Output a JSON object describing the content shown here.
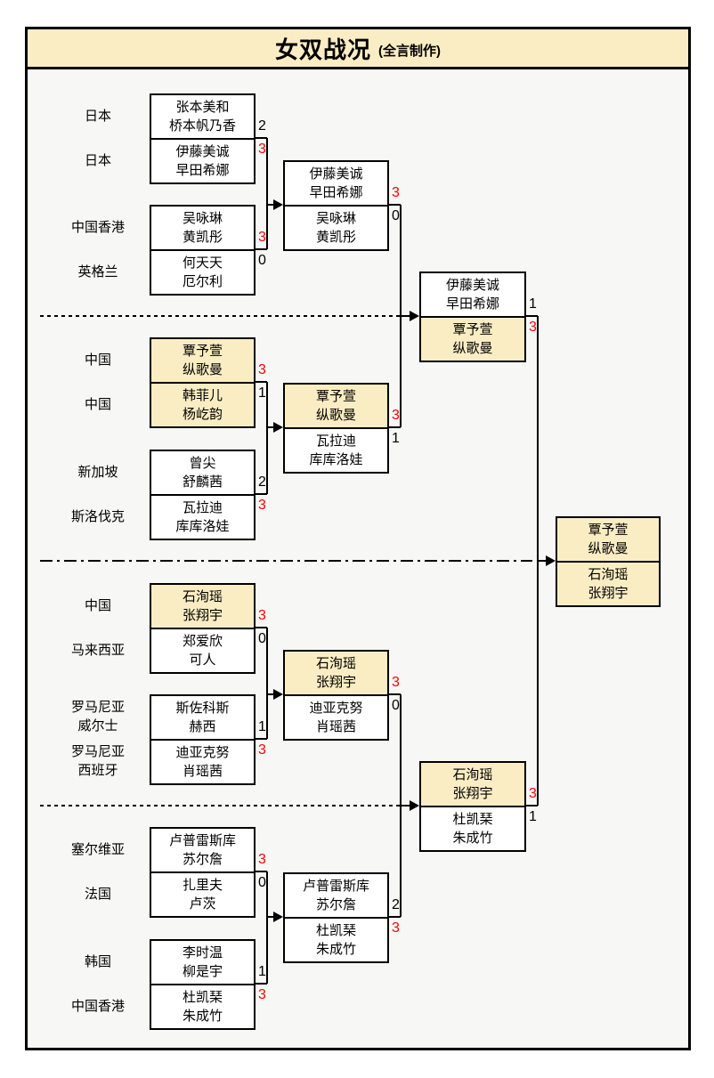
{
  "title": {
    "main": "女双战况",
    "sub": "(全言制作)"
  },
  "colors": {
    "highlight": "#FBEDC3",
    "win_score": "#FF0000",
    "panel_bg": "#F7F7F6"
  },
  "bracket": {
    "round1_sections": [
      {
        "matches": [
          {
            "teams": [
              {
                "country": [
                  "日本"
                ],
                "players": [
                  "张本美和",
                  "桥本帆乃香"
                ],
                "score": "2",
                "winner": false,
                "highlight": false
              },
              {
                "country": [
                  "日本"
                ],
                "players": [
                  "伊藤美诚",
                  "早田希娜"
                ],
                "score": "3",
                "winner": true,
                "highlight": false
              }
            ]
          },
          {
            "teams": [
              {
                "country": [
                  "中国香港"
                ],
                "players": [
                  "吴咏琳",
                  "黄凯彤"
                ],
                "score": "3",
                "winner": true,
                "highlight": false
              },
              {
                "country": [
                  "英格兰"
                ],
                "players": [
                  "何天天",
                  "厄尔利"
                ],
                "score": "0",
                "winner": false,
                "highlight": false
              }
            ]
          }
        ]
      },
      {
        "matches": [
          {
            "teams": [
              {
                "country": [
                  "中国"
                ],
                "players": [
                  "覃予萱",
                  "纵歌曼"
                ],
                "score": "3",
                "winner": true,
                "highlight": true
              },
              {
                "country": [
                  "中国"
                ],
                "players": [
                  "韩菲儿",
                  "杨屹韵"
                ],
                "score": "1",
                "winner": false,
                "highlight": true
              }
            ]
          },
          {
            "teams": [
              {
                "country": [
                  "新加坡"
                ],
                "players": [
                  "曾尖",
                  "舒麟茜"
                ],
                "score": "2",
                "winner": false,
                "highlight": false
              },
              {
                "country": [
                  "斯洛伐克"
                ],
                "players": [
                  "瓦拉迪",
                  "库库洛娃"
                ],
                "score": "3",
                "winner": true,
                "highlight": false
              }
            ]
          }
        ]
      },
      {
        "matches": [
          {
            "teams": [
              {
                "country": [
                  "中国"
                ],
                "players": [
                  "石洵瑶",
                  "张翔宇"
                ],
                "score": "3",
                "winner": true,
                "highlight": true
              },
              {
                "country": [
                  "马来西亚"
                ],
                "players": [
                  "郑爱欣",
                  "可人"
                ],
                "score": "0",
                "winner": false,
                "highlight": false
              }
            ]
          },
          {
            "teams": [
              {
                "country": [
                  "罗马尼亚",
                  "威尔士"
                ],
                "players": [
                  "斯佐科斯",
                  "赫西"
                ],
                "score": "1",
                "winner": false,
                "highlight": false
              },
              {
                "country": [
                  "罗马尼亚",
                  "西班牙"
                ],
                "players": [
                  "迪亚克努",
                  "肖瑶茜"
                ],
                "score": "3",
                "winner": true,
                "highlight": false
              }
            ]
          }
        ]
      },
      {
        "matches": [
          {
            "teams": [
              {
                "country": [
                  "塞尔维亚"
                ],
                "players": [
                  "卢普雷斯库",
                  "苏尔詹"
                ],
                "score": "3",
                "winner": true,
                "highlight": false
              },
              {
                "country": [
                  "法国"
                ],
                "players": [
                  "扎里夫",
                  "卢茨"
                ],
                "score": "0",
                "winner": false,
                "highlight": false
              }
            ]
          },
          {
            "teams": [
              {
                "country": [
                  "韩国"
                ],
                "players": [
                  "李时温",
                  "柳是宇"
                ],
                "score": "1",
                "winner": false,
                "highlight": false
              },
              {
                "country": [
                  "中国香港"
                ],
                "players": [
                  "杜凯琹",
                  "朱成竹"
                ],
                "score": "3",
                "winner": true,
                "highlight": false
              }
            ]
          }
        ]
      }
    ],
    "round2": [
      {
        "teams": [
          {
            "players": [
              "伊藤美诚",
              "早田希娜"
            ],
            "score": "3",
            "winner": true,
            "highlight": false
          },
          {
            "players": [
              "吴咏琳",
              "黄凯彤"
            ],
            "score": "0",
            "winner": false,
            "highlight": false
          }
        ]
      },
      {
        "teams": [
          {
            "players": [
              "覃予萱",
              "纵歌曼"
            ],
            "score": "3",
            "winner": true,
            "highlight": true
          },
          {
            "players": [
              "瓦拉迪",
              "库库洛娃"
            ],
            "score": "1",
            "winner": false,
            "highlight": false
          }
        ]
      },
      {
        "teams": [
          {
            "players": [
              "石洵瑶",
              "张翔宇"
            ],
            "score": "3",
            "winner": true,
            "highlight": true
          },
          {
            "players": [
              "迪亚克努",
              "肖瑶茜"
            ],
            "score": "0",
            "winner": false,
            "highlight": false
          }
        ]
      },
      {
        "teams": [
          {
            "players": [
              "卢普雷斯库",
              "苏尔詹"
            ],
            "score": "2",
            "winner": false,
            "highlight": false
          },
          {
            "players": [
              "杜凯琹",
              "朱成竹"
            ],
            "score": "3",
            "winner": true,
            "highlight": false
          }
        ]
      }
    ],
    "semifinals": [
      {
        "teams": [
          {
            "players": [
              "伊藤美诚",
              "早田希娜"
            ],
            "score": "1",
            "winner": false,
            "highlight": false
          },
          {
            "players": [
              "覃予萱",
              "纵歌曼"
            ],
            "score": "3",
            "winner": true,
            "highlight": true
          }
        ]
      },
      {
        "teams": [
          {
            "players": [
              "石洵瑶",
              "张翔宇"
            ],
            "score": "3",
            "winner": true,
            "highlight": true
          },
          {
            "players": [
              "杜凯琹",
              "朱成竹"
            ],
            "score": "1",
            "winner": false,
            "highlight": false
          }
        ]
      }
    ],
    "final": {
      "teams": [
        {
          "players": [
            "覃予萱",
            "纵歌曼"
          ],
          "score": "",
          "winner": false,
          "highlight": true
        },
        {
          "players": [
            "石洵瑶",
            "张翔宇"
          ],
          "score": "",
          "winner": false,
          "highlight": true
        }
      ]
    }
  }
}
